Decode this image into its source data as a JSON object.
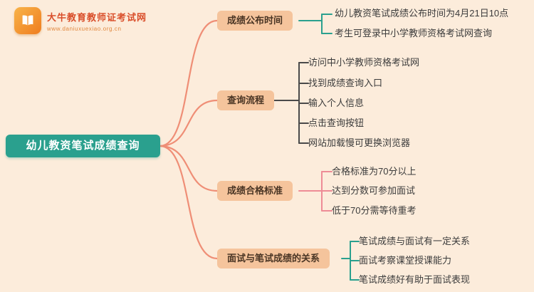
{
  "logo": {
    "title": "大牛教育教师证考试网",
    "url": "www.daniuxuexiao.org.cn"
  },
  "root": {
    "label": "幼儿教资笔试成绩查询"
  },
  "branches": [
    {
      "label": "成绩公布时间",
      "line_color": "#2aa08e",
      "children": [
        "幼儿教资笔试成绩公布时间为4月21日10点",
        "考生可登录中小学教师资格考试网查询"
      ]
    },
    {
      "label": "查询流程",
      "line_color": "#4a4a4a",
      "children": [
        "访问中小学教师资格考试网",
        "找到成绩查询入口",
        "输入个人信息",
        "点击查询按钮",
        "网站加载慢可更换浏览器"
      ]
    },
    {
      "label": "成绩合格标准",
      "line_color": "#ee8c96",
      "children": [
        "合格标准为70分以上",
        "达到分数可参加面试",
        "低于70分需等待重考"
      ]
    },
    {
      "label": "面试与笔试成绩的关系",
      "line_color": "#2aa08e",
      "children": [
        "笔试成绩与面试有一定关系",
        "面试考察课堂授课能力",
        "笔试成绩好有助于面试表现"
      ]
    }
  ],
  "colors": {
    "background": "#fcecdb",
    "root_node": "#2aa08e",
    "branch_node": "#f5c49c",
    "root_branch_line": "#ef8e76"
  }
}
